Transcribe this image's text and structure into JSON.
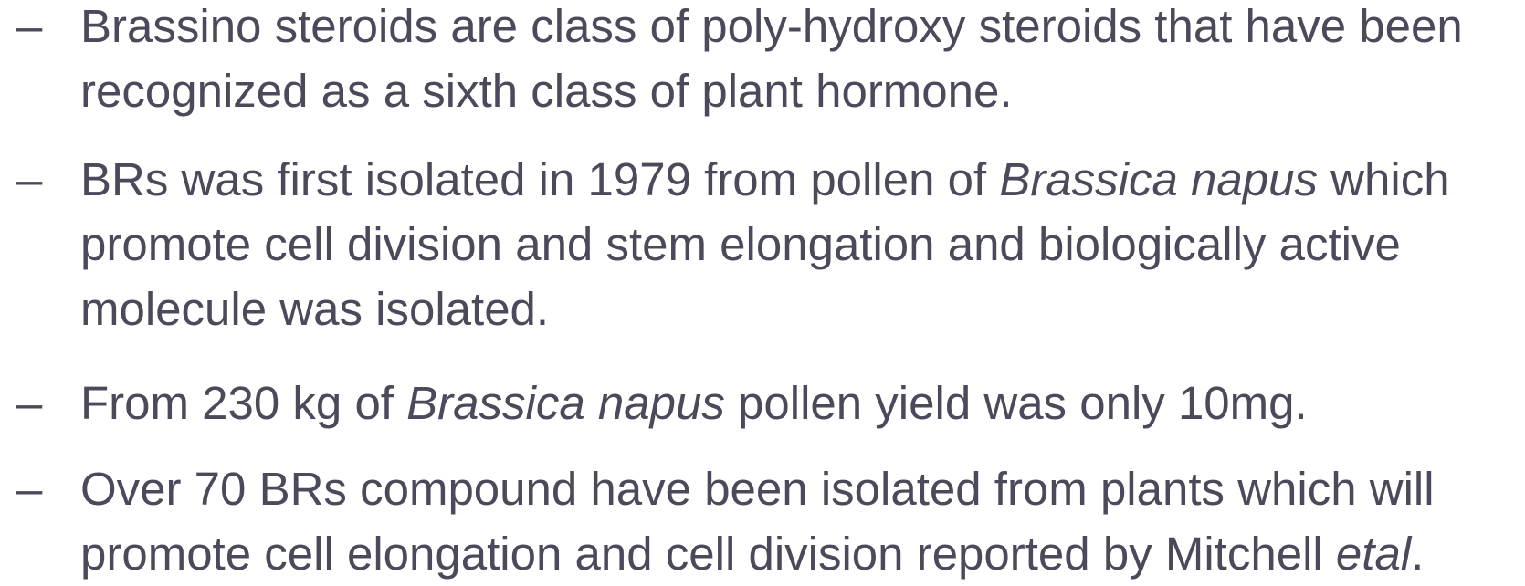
{
  "slide": {
    "bullet_symbol": "–",
    "items": [
      {
        "lines": [
          [
            "Brassino steroids are class of poly-hydroxy steroids that have been"
          ],
          [
            "recognized  as a sixth class of plant hormone."
          ]
        ]
      },
      {
        "lines": [
          [
            "BRs was first isolated in 1979 from pollen of ",
            "Brassica napus",
            " which"
          ],
          [
            "promote cell  division and stem elongation and biologically active"
          ],
          [
            "molecule was isolated."
          ]
        ]
      },
      {
        "lines": [
          [
            "From 230 kg of ",
            "Brassica napus",
            " pollen yield was only 10mg."
          ]
        ]
      },
      {
        "lines": [
          [
            "Over 70 BRs compound have been isolated from plants which will"
          ],
          [
            "promote cell  elongation and cell division reported by Mitchell ",
            "etal",
            "."
          ]
        ]
      }
    ]
  }
}
